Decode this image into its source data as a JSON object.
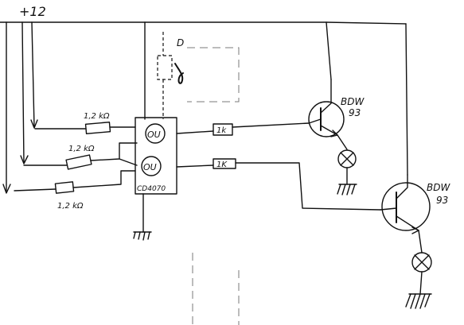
{
  "supply": {
    "label": "+12"
  },
  "resistors": [
    {
      "id": "r1",
      "label": "1,2 kΩ"
    },
    {
      "id": "r2",
      "label": "1,2 kΩ"
    },
    {
      "id": "r3",
      "label": "1,2 kΩ"
    },
    {
      "id": "r4",
      "label": "1k"
    },
    {
      "id": "r5",
      "label": "1K"
    }
  ],
  "ic": {
    "label": "CD4070",
    "gate1": "OU",
    "gate2": "OU"
  },
  "transistors": [
    {
      "id": "q1",
      "label_line1": "BDW",
      "label_line2": "93"
    },
    {
      "id": "q2",
      "label_line1": "BDW",
      "label_line2": "93"
    }
  ],
  "dashed_part": {
    "label": "D"
  },
  "colors": {
    "ink": "#111111",
    "background": "#ffffff"
  }
}
